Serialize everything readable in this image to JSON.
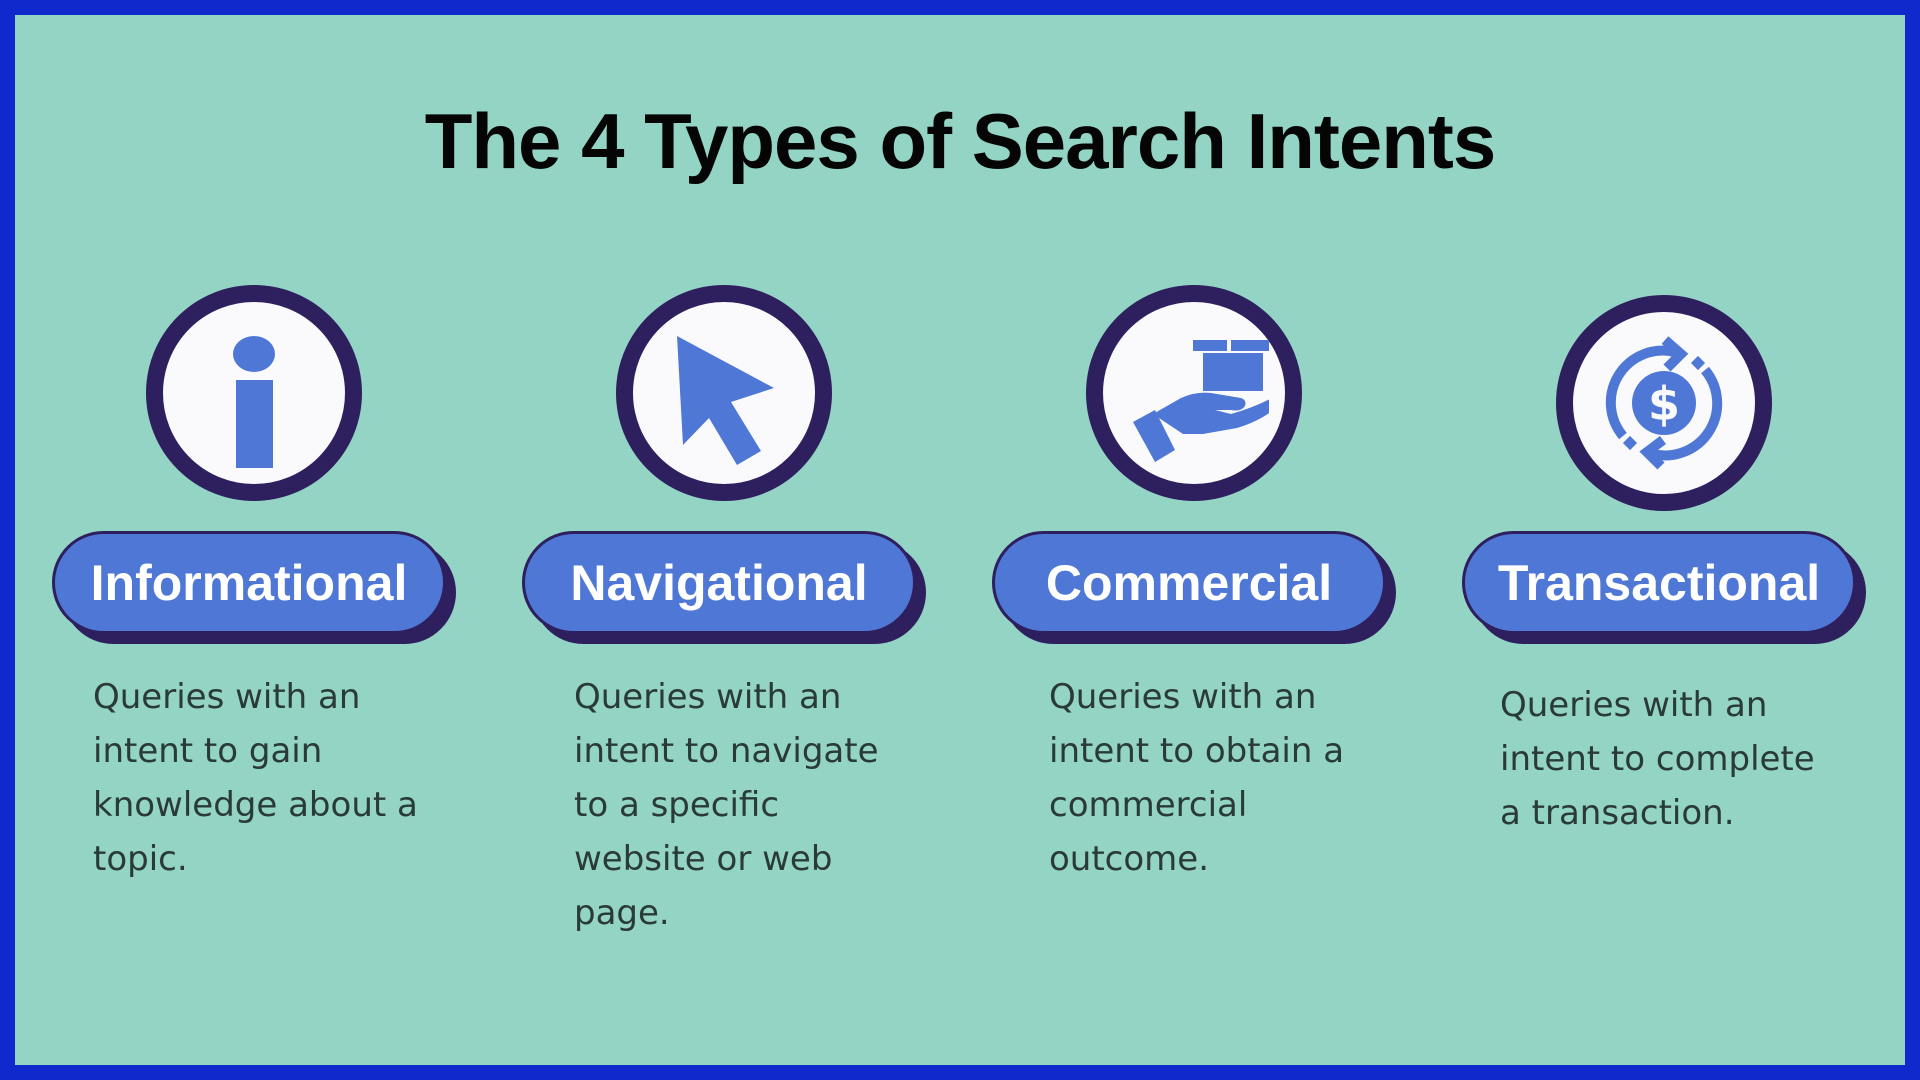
{
  "page": {
    "title": "The 4 Types of Search Intents",
    "colors": {
      "border": "#0f29cc",
      "background": "#93d4c4",
      "ring": "#2e1f5e",
      "icon_fill": "#4f78d6",
      "pill_fill": "#4f78d6",
      "pill_text": "#ffffff",
      "title_text": "#050505",
      "body_text": "#2a3a38"
    }
  },
  "intents": [
    {
      "label": "Informational",
      "icon": "info-icon",
      "description": "Queries with an intent to gain knowledge about a topic."
    },
    {
      "label": "Navigational",
      "icon": "cursor-arrow-icon",
      "description": "Queries with an intent to navigate to a specific website or web page."
    },
    {
      "label": "Commercial",
      "icon": "hand-with-box-icon",
      "description": "Queries with an intent to obtain a commercial outcome."
    },
    {
      "label": "Transactional",
      "icon": "dollar-exchange-icon",
      "description": "Queries with an intent to complete a transaction."
    }
  ]
}
